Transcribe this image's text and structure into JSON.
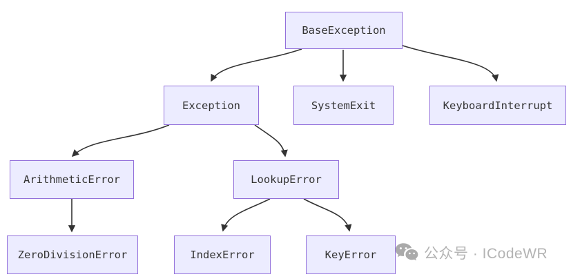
{
  "diagram": {
    "type": "flowchart",
    "direction": "top-down",
    "nodes": [
      {
        "id": "BaseException",
        "label": "BaseException"
      },
      {
        "id": "Exception",
        "label": "Exception"
      },
      {
        "id": "SystemExit",
        "label": "SystemExit"
      },
      {
        "id": "KeyboardInterrupt",
        "label": "KeyboardInterrupt"
      },
      {
        "id": "ArithmeticError",
        "label": "ArithmeticError"
      },
      {
        "id": "LookupError",
        "label": "LookupError"
      },
      {
        "id": "ZeroDivisionError",
        "label": "ZeroDivisionError"
      },
      {
        "id": "IndexError",
        "label": "IndexError"
      },
      {
        "id": "KeyError",
        "label": "KeyError"
      }
    ],
    "edges": [
      {
        "from": "BaseException",
        "to": "Exception"
      },
      {
        "from": "BaseException",
        "to": "SystemExit"
      },
      {
        "from": "BaseException",
        "to": "KeyboardInterrupt"
      },
      {
        "from": "Exception",
        "to": "ArithmeticError"
      },
      {
        "from": "Exception",
        "to": "LookupError"
      },
      {
        "from": "ArithmeticError",
        "to": "ZeroDivisionError"
      },
      {
        "from": "LookupError",
        "to": "IndexError"
      },
      {
        "from": "LookupError",
        "to": "KeyError"
      }
    ],
    "colors": {
      "node_fill": "#ECECFF",
      "node_border": "#9370DB",
      "node_text": "#333333",
      "edge": "#333333",
      "background": "#ffffff",
      "watermark": "#b3b3b3"
    }
  },
  "watermark": {
    "icon": "wechat-icon",
    "text": "公众号 · ICodeWR"
  }
}
